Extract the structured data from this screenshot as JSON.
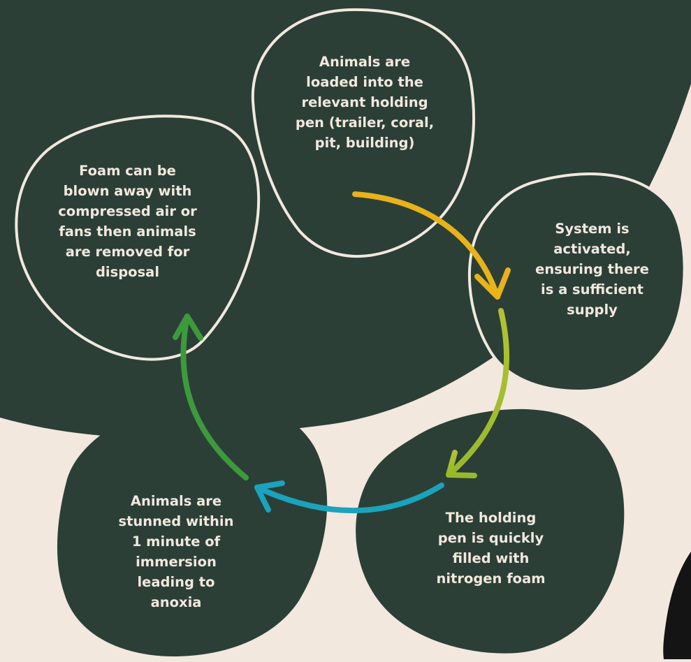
{
  "diagram": {
    "type": "cycle",
    "colors": {
      "background": "#f2e8dd",
      "dark_panel": "#2b3f37",
      "bubble_outline": "#f2e8dd",
      "text": "#f2e8dd",
      "arrow_yellow": "#e8b21a",
      "arrow_lime": "#a4be2f",
      "arrow_teal": "#1ba3bc",
      "arrow_green": "#3d9a3c"
    },
    "steps": [
      {
        "text": "Animals are\nloaded into the\nrelevant holding\npen (trailer, coral,\npit, building)"
      },
      {
        "text": "System is\nactivated,\nensuring there\nis a sufficient\nsupply"
      },
      {
        "text": "The holding\npen is quickly\nfilled with\nnitrogen foam"
      },
      {
        "text": "Animals are\nstunned within\n1 minute of\nimmersion\nleading to\nanoxia"
      },
      {
        "text": "Foam can be\nblown away with\ncompressed air or\nfans then animals\nare removed for\ndisposal"
      }
    ]
  }
}
